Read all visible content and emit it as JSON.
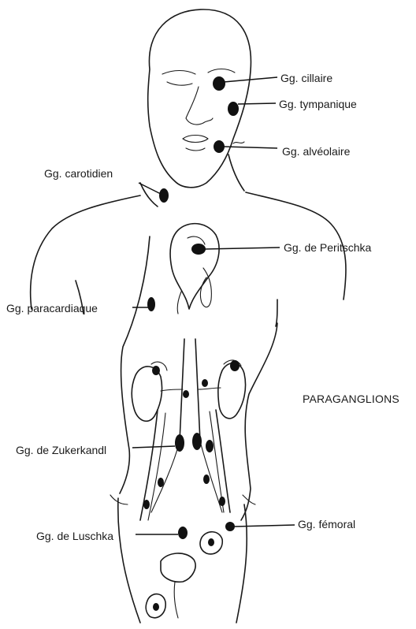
{
  "title": "PARAGANGLIONS",
  "labels": {
    "cillaire": "Gg. cillaire",
    "tympanique": "Gg. tympanique",
    "alveolaire": "Gg. alvéolaire",
    "carotidien": "Gg. carotidien",
    "peritschka": "Gg. de Peritschka",
    "paracardiaque": "Gg. paracardiaque",
    "zukerkandl": "Gg. de Zukerkandl",
    "luschka": "Gg. de Luschka",
    "femoral": "Gg. fémoral"
  },
  "colors": {
    "ink": "#111111",
    "background": "#ffffff"
  }
}
